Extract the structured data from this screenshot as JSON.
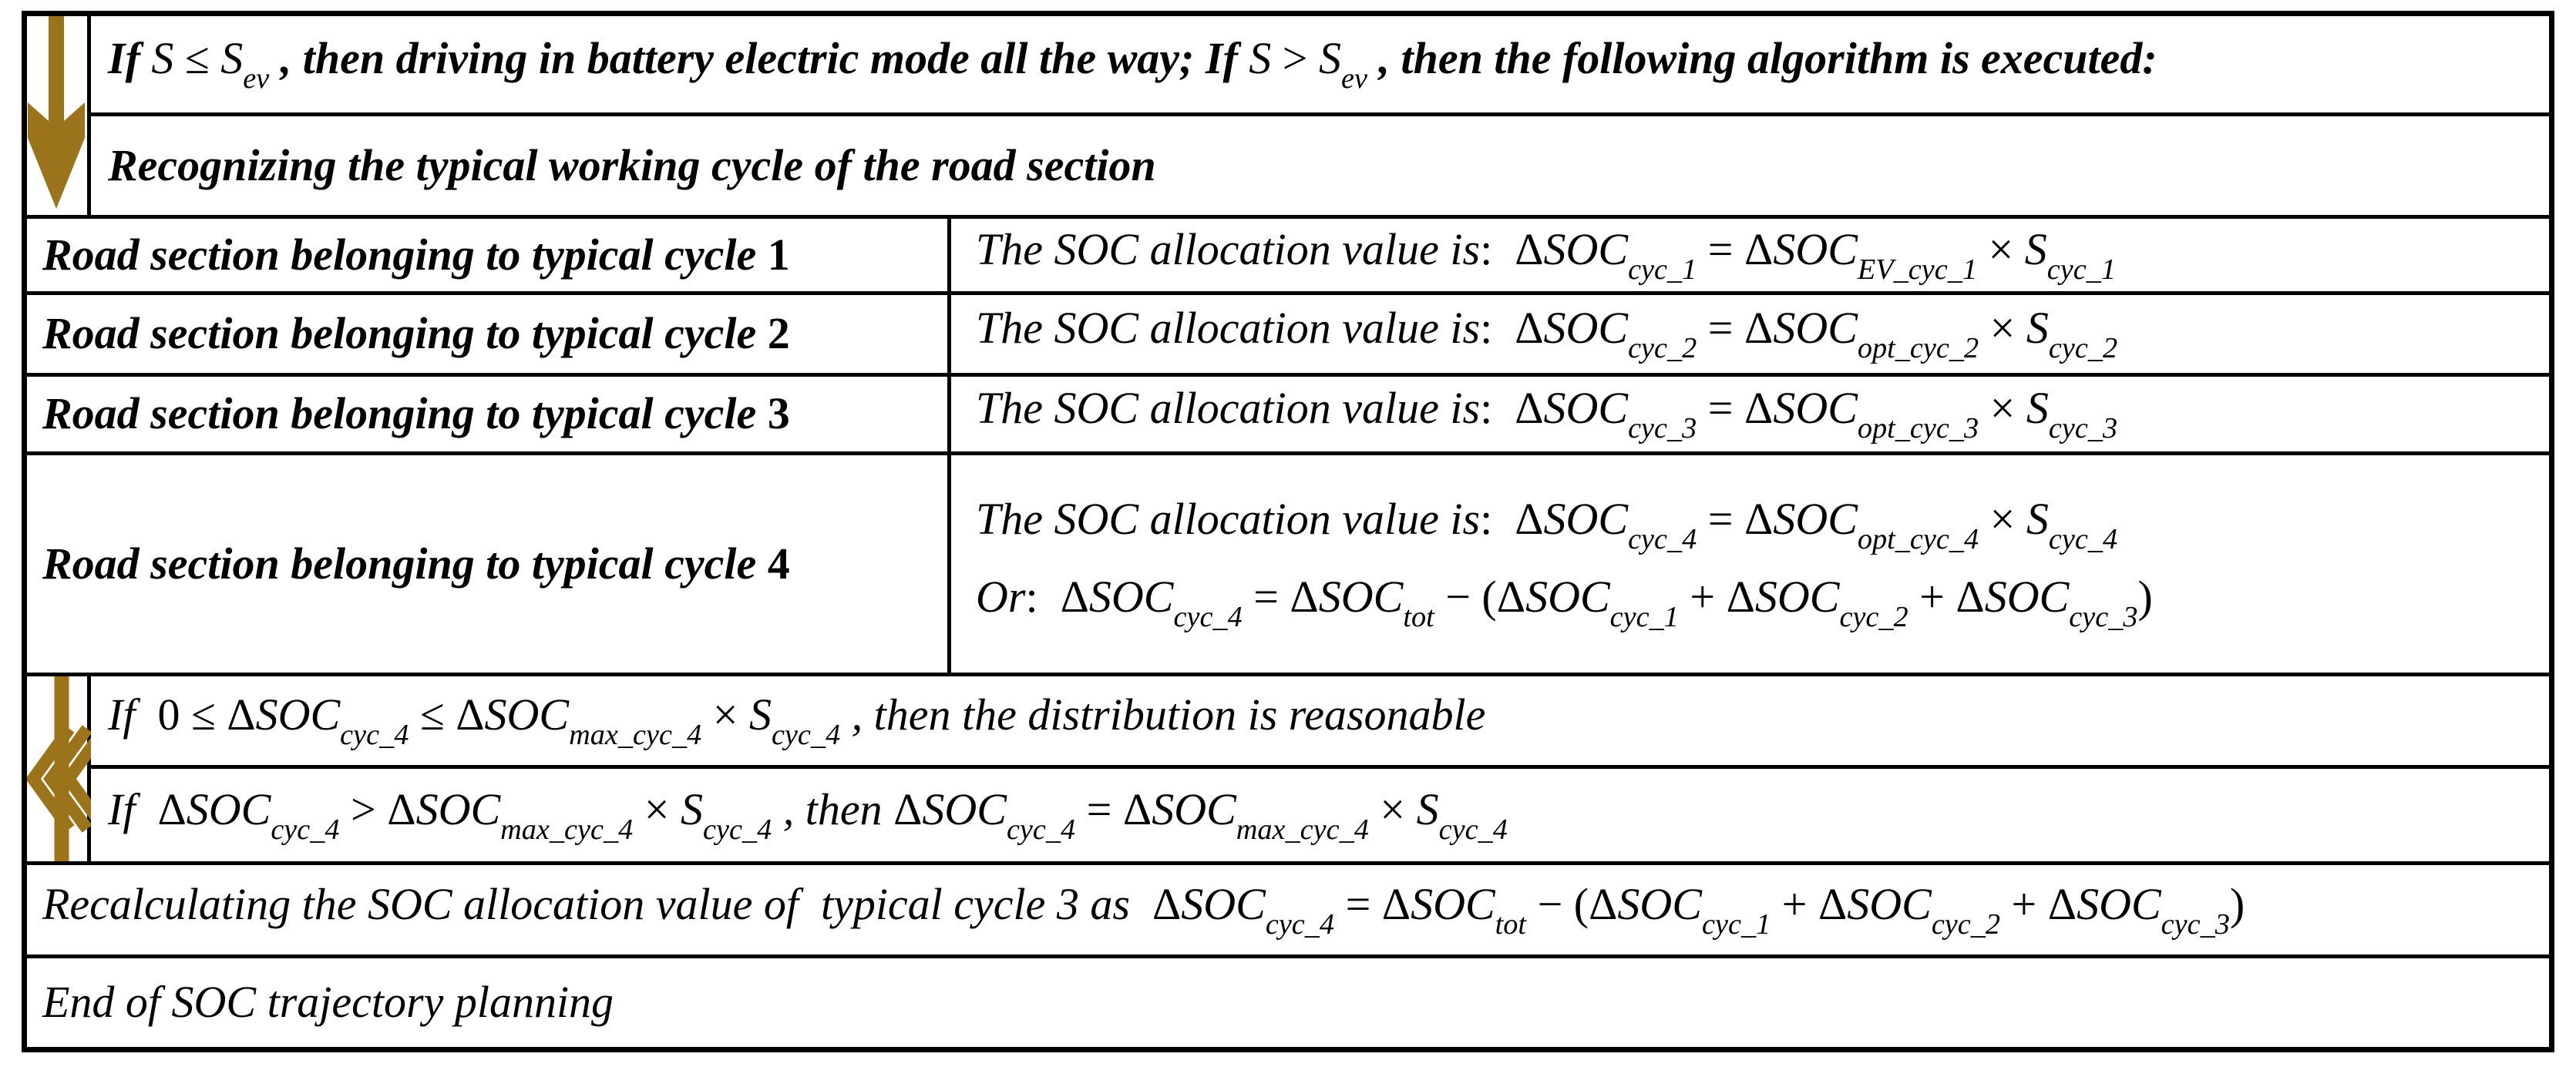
{
  "colors": {
    "accent": "#9A731A",
    "border": "#000000",
    "background": "#FFFFFF",
    "text": "#000000"
  },
  "icons": {
    "start": "down-arrow",
    "loop": "double-left-chevron"
  },
  "rows": {
    "r1": [
      {
        "x": "If ",
        "st": "bi"
      },
      {
        "x": "S",
        "st": "i"
      },
      {
        "x": " ≤ ",
        "st": "u"
      },
      {
        "x": "S",
        "st": "i"
      },
      {
        "x": "ev",
        "st": "sub"
      },
      {
        "x": " , then driving in battery electric mode all the way; ",
        "st": "bi"
      },
      {
        "x": "If ",
        "st": "bi"
      },
      {
        "x": "S",
        "st": "i"
      },
      {
        "x": " > ",
        "st": "u"
      },
      {
        "x": "S",
        "st": "i"
      },
      {
        "x": "ev",
        "st": "sub"
      },
      {
        "x": " , then the following algorithm is executed:",
        "st": "bi"
      }
    ],
    "r2": [
      {
        "x": "Recognizing the typical working cycle of the road section",
        "st": "bi"
      }
    ],
    "r7": [
      {
        "x": "If  ",
        "st": "i"
      },
      {
        "x": "0 ≤ ",
        "st": "u"
      },
      {
        "x": "Δ",
        "st": "u"
      },
      {
        "x": "SOC",
        "st": "i"
      },
      {
        "x": "cyc_4",
        "st": "sub"
      },
      {
        "x": " ≤ ",
        "st": "u"
      },
      {
        "x": "Δ",
        "st": "u"
      },
      {
        "x": "SOC",
        "st": "i"
      },
      {
        "x": "max_cyc_4",
        "st": "sub"
      },
      {
        "x": " × ",
        "st": "u"
      },
      {
        "x": "S",
        "st": "i"
      },
      {
        "x": "cyc_4",
        "st": "sub"
      },
      {
        "x": " , then the distribution is reasonable",
        "st": "i"
      }
    ],
    "r8": [
      {
        "x": "If  ",
        "st": "i"
      },
      {
        "x": "Δ",
        "st": "u"
      },
      {
        "x": "SOC",
        "st": "i"
      },
      {
        "x": "cyc_4",
        "st": "sub"
      },
      {
        "x": " > ",
        "st": "u"
      },
      {
        "x": "Δ",
        "st": "u"
      },
      {
        "x": "SOC",
        "st": "i"
      },
      {
        "x": "max_cyc_4",
        "st": "sub"
      },
      {
        "x": " × ",
        "st": "u"
      },
      {
        "x": "S",
        "st": "i"
      },
      {
        "x": "cyc_4",
        "st": "sub"
      },
      {
        "x": " , then ",
        "st": "i"
      },
      {
        "x": "Δ",
        "st": "u"
      },
      {
        "x": "SOC",
        "st": "i"
      },
      {
        "x": "cyc_4",
        "st": "sub"
      },
      {
        "x": " = ",
        "st": "u"
      },
      {
        "x": "Δ",
        "st": "u"
      },
      {
        "x": "SOC",
        "st": "i"
      },
      {
        "x": "max_cyc_4",
        "st": "sub"
      },
      {
        "x": " × ",
        "st": "u"
      },
      {
        "x": "S",
        "st": "i"
      },
      {
        "x": "cyc_4",
        "st": "sub"
      }
    ],
    "r9": [
      {
        "x": "Recalculating the SOC allocation value of  typical cycle 3 as  ",
        "st": "i"
      },
      {
        "x": "Δ",
        "st": "u"
      },
      {
        "x": "SOC",
        "st": "i"
      },
      {
        "x": "cyc_4",
        "st": "sub"
      },
      {
        "x": " = ",
        "st": "u"
      },
      {
        "x": "Δ",
        "st": "u"
      },
      {
        "x": "SOC",
        "st": "i"
      },
      {
        "x": "tot",
        "st": "sub"
      },
      {
        "x": " − (",
        "st": "u"
      },
      {
        "x": "Δ",
        "st": "u"
      },
      {
        "x": "SOC",
        "st": "i"
      },
      {
        "x": "cyc_1",
        "st": "sub"
      },
      {
        "x": " + ",
        "st": "u"
      },
      {
        "x": "Δ",
        "st": "u"
      },
      {
        "x": "SOC",
        "st": "i"
      },
      {
        "x": "cyc_2",
        "st": "sub"
      },
      {
        "x": " + ",
        "st": "u"
      },
      {
        "x": "Δ",
        "st": "u"
      },
      {
        "x": "SOC",
        "st": "i"
      },
      {
        "x": "cyc_3",
        "st": "sub"
      },
      {
        "x": ")",
        "st": "u"
      }
    ],
    "r10": [
      {
        "x": "End of SOC trajectory planning",
        "st": "i"
      }
    ]
  },
  "cycle_rows": [
    {
      "label": [
        {
          "x": "Road section belonging to typical cycle ",
          "st": "bi"
        },
        {
          "x": "1",
          "st": "bu"
        }
      ],
      "lines": [
        [
          {
            "x": "The SOC allocation value is",
            "st": "i"
          },
          {
            "x": ":  ",
            "st": "u"
          },
          {
            "x": "Δ",
            "st": "u"
          },
          {
            "x": "SOC",
            "st": "i"
          },
          {
            "x": "cyc_1",
            "st": "sub"
          },
          {
            "x": " = ",
            "st": "u"
          },
          {
            "x": "Δ",
            "st": "u"
          },
          {
            "x": "SOC",
            "st": "i"
          },
          {
            "x": "EV_cyc_1",
            "st": "sub"
          },
          {
            "x": " × ",
            "st": "u"
          },
          {
            "x": "S",
            "st": "i"
          },
          {
            "x": "cyc_1",
            "st": "sub"
          }
        ]
      ]
    },
    {
      "label": [
        {
          "x": "Road section belonging to typical cycle ",
          "st": "bi"
        },
        {
          "x": "2",
          "st": "bu"
        }
      ],
      "lines": [
        [
          {
            "x": "The SOC allocation value is",
            "st": "i"
          },
          {
            "x": ":  ",
            "st": "u"
          },
          {
            "x": "Δ",
            "st": "u"
          },
          {
            "x": "SOC",
            "st": "i"
          },
          {
            "x": "cyc_2",
            "st": "sub"
          },
          {
            "x": " = ",
            "st": "u"
          },
          {
            "x": "Δ",
            "st": "u"
          },
          {
            "x": "SOC",
            "st": "i"
          },
          {
            "x": "opt_cyc_2",
            "st": "sub"
          },
          {
            "x": " × ",
            "st": "u"
          },
          {
            "x": "S",
            "st": "i"
          },
          {
            "x": "cyc_2",
            "st": "sub"
          }
        ]
      ]
    },
    {
      "label": [
        {
          "x": "Road section belonging to typical cycle ",
          "st": "bi"
        },
        {
          "x": "3",
          "st": "bu"
        }
      ],
      "lines": [
        [
          {
            "x": "The SOC allocation value is",
            "st": "i"
          },
          {
            "x": ":  ",
            "st": "u"
          },
          {
            "x": "Δ",
            "st": "u"
          },
          {
            "x": "SOC",
            "st": "i"
          },
          {
            "x": "cyc_3",
            "st": "sub"
          },
          {
            "x": " = ",
            "st": "u"
          },
          {
            "x": "Δ",
            "st": "u"
          },
          {
            "x": "SOC",
            "st": "i"
          },
          {
            "x": "opt_cyc_3",
            "st": "sub"
          },
          {
            "x": " × ",
            "st": "u"
          },
          {
            "x": "S",
            "st": "i"
          },
          {
            "x": "cyc_3",
            "st": "sub"
          }
        ]
      ]
    },
    {
      "label": [
        {
          "x": "Road section belonging to typical cycle ",
          "st": "bi"
        },
        {
          "x": "4",
          "st": "bu"
        }
      ],
      "lines": [
        [
          {
            "x": "The SOC allocation value is",
            "st": "i"
          },
          {
            "x": ":  ",
            "st": "u"
          },
          {
            "x": "Δ",
            "st": "u"
          },
          {
            "x": "SOC",
            "st": "i"
          },
          {
            "x": "cyc_4",
            "st": "sub"
          },
          {
            "x": " = ",
            "st": "u"
          },
          {
            "x": "Δ",
            "st": "u"
          },
          {
            "x": "SOC",
            "st": "i"
          },
          {
            "x": "opt_cyc_4",
            "st": "sub"
          },
          {
            "x": " × ",
            "st": "u"
          },
          {
            "x": "S",
            "st": "i"
          },
          {
            "x": "cyc_4",
            "st": "sub"
          }
        ],
        [
          {
            "x": "Or",
            "st": "i"
          },
          {
            "x": ":  ",
            "st": "u"
          },
          {
            "x": "Δ",
            "st": "u"
          },
          {
            "x": "SOC",
            "st": "i"
          },
          {
            "x": "cyc_4",
            "st": "sub"
          },
          {
            "x": " = ",
            "st": "u"
          },
          {
            "x": "Δ",
            "st": "u"
          },
          {
            "x": "SOC",
            "st": "i"
          },
          {
            "x": "tot",
            "st": "sub"
          },
          {
            "x": " − (",
            "st": "u"
          },
          {
            "x": "Δ",
            "st": "u"
          },
          {
            "x": "SOC",
            "st": "i"
          },
          {
            "x": "cyc_1",
            "st": "sub"
          },
          {
            "x": " + ",
            "st": "u"
          },
          {
            "x": "Δ",
            "st": "u"
          },
          {
            "x": "SOC",
            "st": "i"
          },
          {
            "x": "cyc_2",
            "st": "sub"
          },
          {
            "x": " + ",
            "st": "u"
          },
          {
            "x": "Δ",
            "st": "u"
          },
          {
            "x": "SOC",
            "st": "i"
          },
          {
            "x": "cyc_3",
            "st": "sub"
          },
          {
            "x": ")",
            "st": "u"
          }
        ]
      ]
    }
  ]
}
